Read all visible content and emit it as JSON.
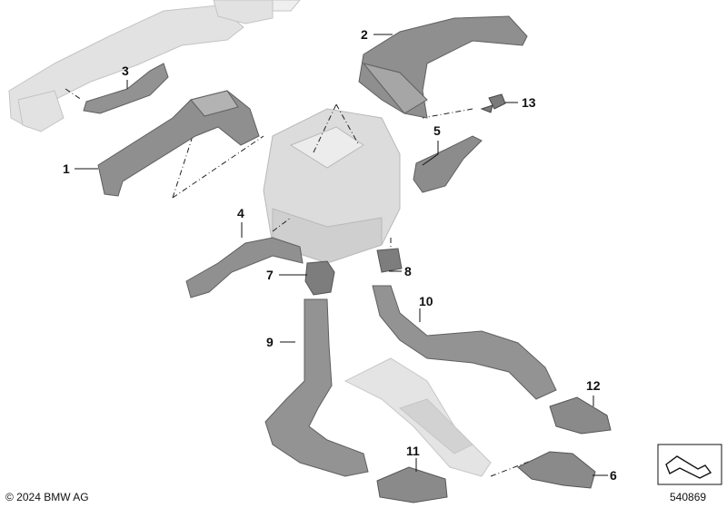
{
  "callouts": {
    "p1": "1",
    "p2": "2",
    "p3": "3",
    "p4": "4",
    "p5": "5",
    "p6": "6",
    "p7": "7",
    "p8": "8",
    "p9": "9",
    "p10": "10",
    "p11": "11",
    "p12": "12",
    "p13": "13"
  },
  "footer": {
    "copyright": "© 2024 BMW AG",
    "image_number": "540869"
  },
  "icon": "arrow-symbol-icon",
  "colors": {
    "part_fill": "#8e8e8e",
    "part_dark": "#6b6b6b",
    "ghost": "#d9d9d9",
    "ghost_stroke": "#bdbdbd",
    "text": "#111111"
  }
}
